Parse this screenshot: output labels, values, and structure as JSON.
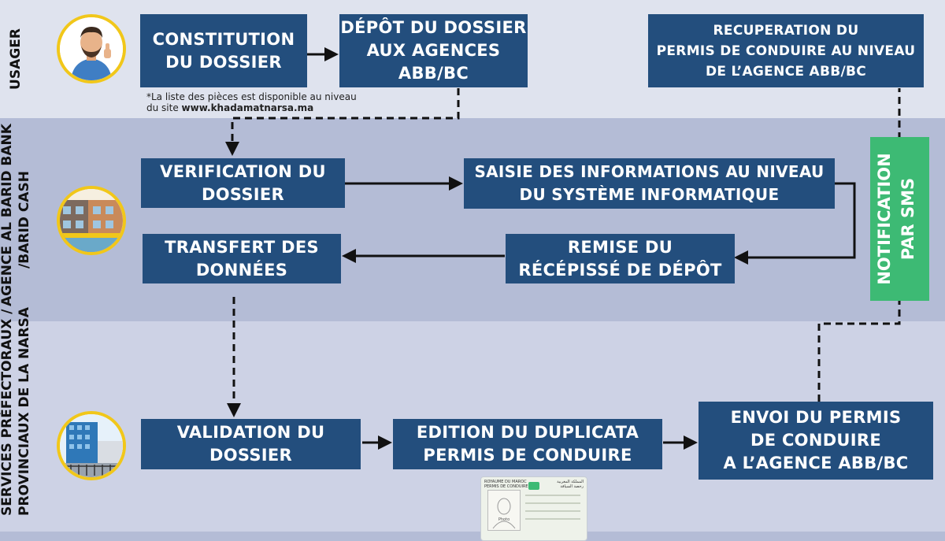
{
  "lanes": {
    "usager": "USAGER",
    "agence_line1": "AGENCE AL BARID BANK",
    "agence_line2": "/BARID CASH",
    "services_line1": "SERVICES PRÉFECTORAUX /",
    "services_line2": "PROVINCIAUX DE LA NARSA"
  },
  "steps": {
    "constitution": [
      "CONSTITUTION",
      "DU DOSSIER"
    ],
    "depot": [
      "DÉPÔT DU DOSSIER",
      "AUX AGENCES",
      "ABB/BC"
    ],
    "recuperation": [
      "RECUPERATION DU",
      "PERMIS DE CONDUIRE AU NIVEAU",
      "DE L’AGENCE ABB/BC"
    ],
    "verification": [
      "VERIFICATION DU",
      "DOSSIER"
    ],
    "saisie": [
      "SAISIE DES INFORMATIONS AU NIVEAU",
      "DU  SYSTÈME INFORMATIQUE"
    ],
    "remise": [
      "REMISE DU",
      "RÉCÉPISSÉ DE DÉPÔT"
    ],
    "transfert": [
      "TRANSFERT DES",
      "DONNÉES"
    ],
    "validation": [
      "VALIDATION DU",
      "DOSSIER"
    ],
    "edition": [
      "EDITION DU DUPLICATA",
      "PERMIS DE CONDUIRE"
    ],
    "envoi": [
      "ENVOI DU PERMIS",
      "DE CONDUIRE",
      "A L’AGENCE ABB/BC"
    ]
  },
  "notification": [
    "NOTIFICATION",
    "PAR SMS"
  ],
  "note": {
    "line1": "*La liste des pièces est disponible au niveau",
    "line2_prefix": "du site ",
    "line2_site": "www.khadamatnarsa.ma"
  },
  "license_card": {
    "left_header": "ROYAUME DU MAROC",
    "left_sub": "PERMIS DE CONDUIRE",
    "right_header": "المملكة المغربية",
    "right_sub": "رخصة السياقة",
    "photo_label": "Photo"
  },
  "icons": {
    "usager": "man-thumbs-up-icon",
    "agence": "bank-building-icon",
    "services": "government-building-icon"
  },
  "colors": {
    "box": "#234e7d",
    "notification": "#3dba74",
    "avatar_ring": "#f1c71a",
    "lane_top": "#dfe3ee",
    "lane_middle": "#b4bcd6",
    "lane_bottom": "#cdd2e5"
  }
}
